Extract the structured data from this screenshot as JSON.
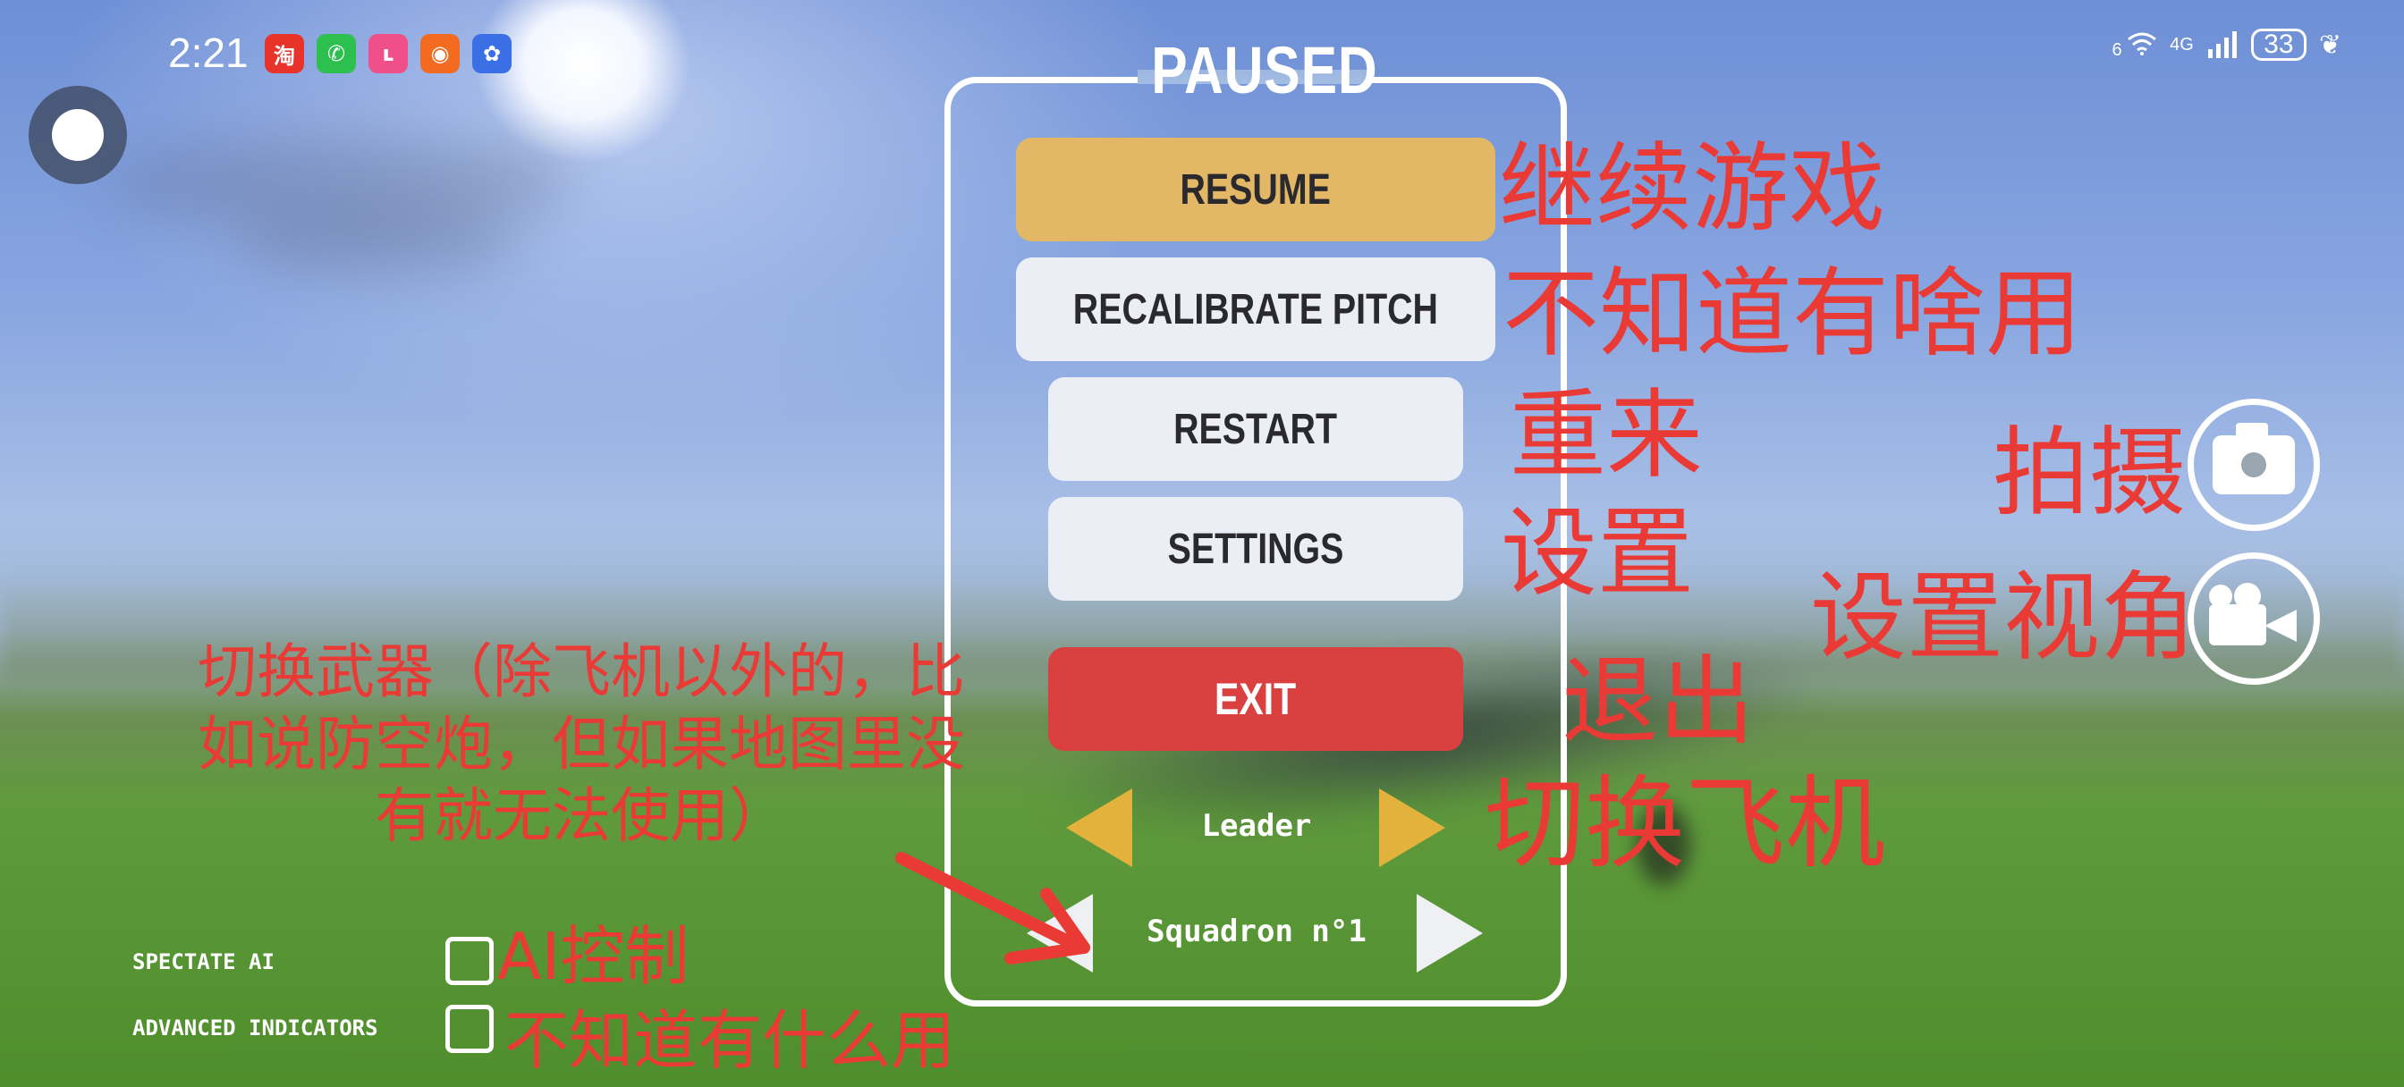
{
  "status_bar": {
    "time": "2:21",
    "apps": [
      {
        "icon": "taobao-icon",
        "glyph": "淘",
        "color": "#e8332a"
      },
      {
        "icon": "wechat-icon",
        "glyph": "✆",
        "color": "#2dc04f"
      },
      {
        "icon": "lofter-icon",
        "glyph": "ʟ",
        "color": "#f0508a"
      },
      {
        "icon": "gift-app-icon",
        "glyph": "◉",
        "color": "#f26b21"
      },
      {
        "icon": "baidu-icon",
        "glyph": "✿",
        "color": "#3b6fe6"
      }
    ],
    "network_label": "6",
    "network_type": "4G",
    "battery": "33"
  },
  "pause_menu": {
    "title": "PAUSED",
    "resume": "RESUME",
    "recalibrate": "RECALIBRATE PITCH",
    "restart": "RESTART",
    "settings": "SETTINGS",
    "exit": "EXIT",
    "plane_selector": "Leader",
    "squadron_selector": "Squadron n°1"
  },
  "options": {
    "spectate_ai": "SPECTATE AI",
    "advanced_indicators": "ADVANCED INDICATORS"
  },
  "annotations": {
    "resume_note": "继续游戏",
    "recalibrate_note": "不知道有啥用",
    "restart_note": "重来",
    "settings_note": "设置",
    "exit_note": "退出",
    "switch_plane_note": "切换飞机",
    "photo_note": "拍摄",
    "view_note": "设置视角",
    "weapon_note": "切换武器（除飞机以外的，比如说防空炮，但如果地图里没有就无法使用）",
    "ai_note": "AI控制",
    "advanced_note": "不知道有什么用"
  },
  "colors": {
    "resume_button": "#e2b866",
    "menu_button": "#eceef5",
    "exit_button": "#db4040",
    "selector_arrow_gold": "#e2b23c",
    "annotation_red": "#ea3a36"
  }
}
